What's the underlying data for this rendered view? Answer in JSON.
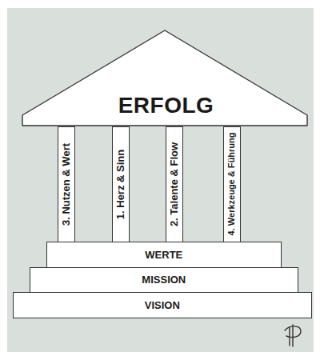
{
  "diagram": {
    "nodes": [
      {
        "text": [
          "ERFOLG"
        ]
      },
      {
        "text": [
          "3. Nutzen & Wert"
        ]
      },
      {
        "text": [
          "1. Herz & Sinn"
        ]
      },
      {
        "text": [
          "2. Talente & Flow"
        ]
      },
      {
        "text": [
          "4. Werkzeuge & Führung"
        ]
      },
      {
        "text": [
          "WERTE"
        ]
      },
      {
        "text": [
          "MISSION"
        ]
      },
      {
        "text": [
          "VISION"
        ]
      }
    ]
  }
}
